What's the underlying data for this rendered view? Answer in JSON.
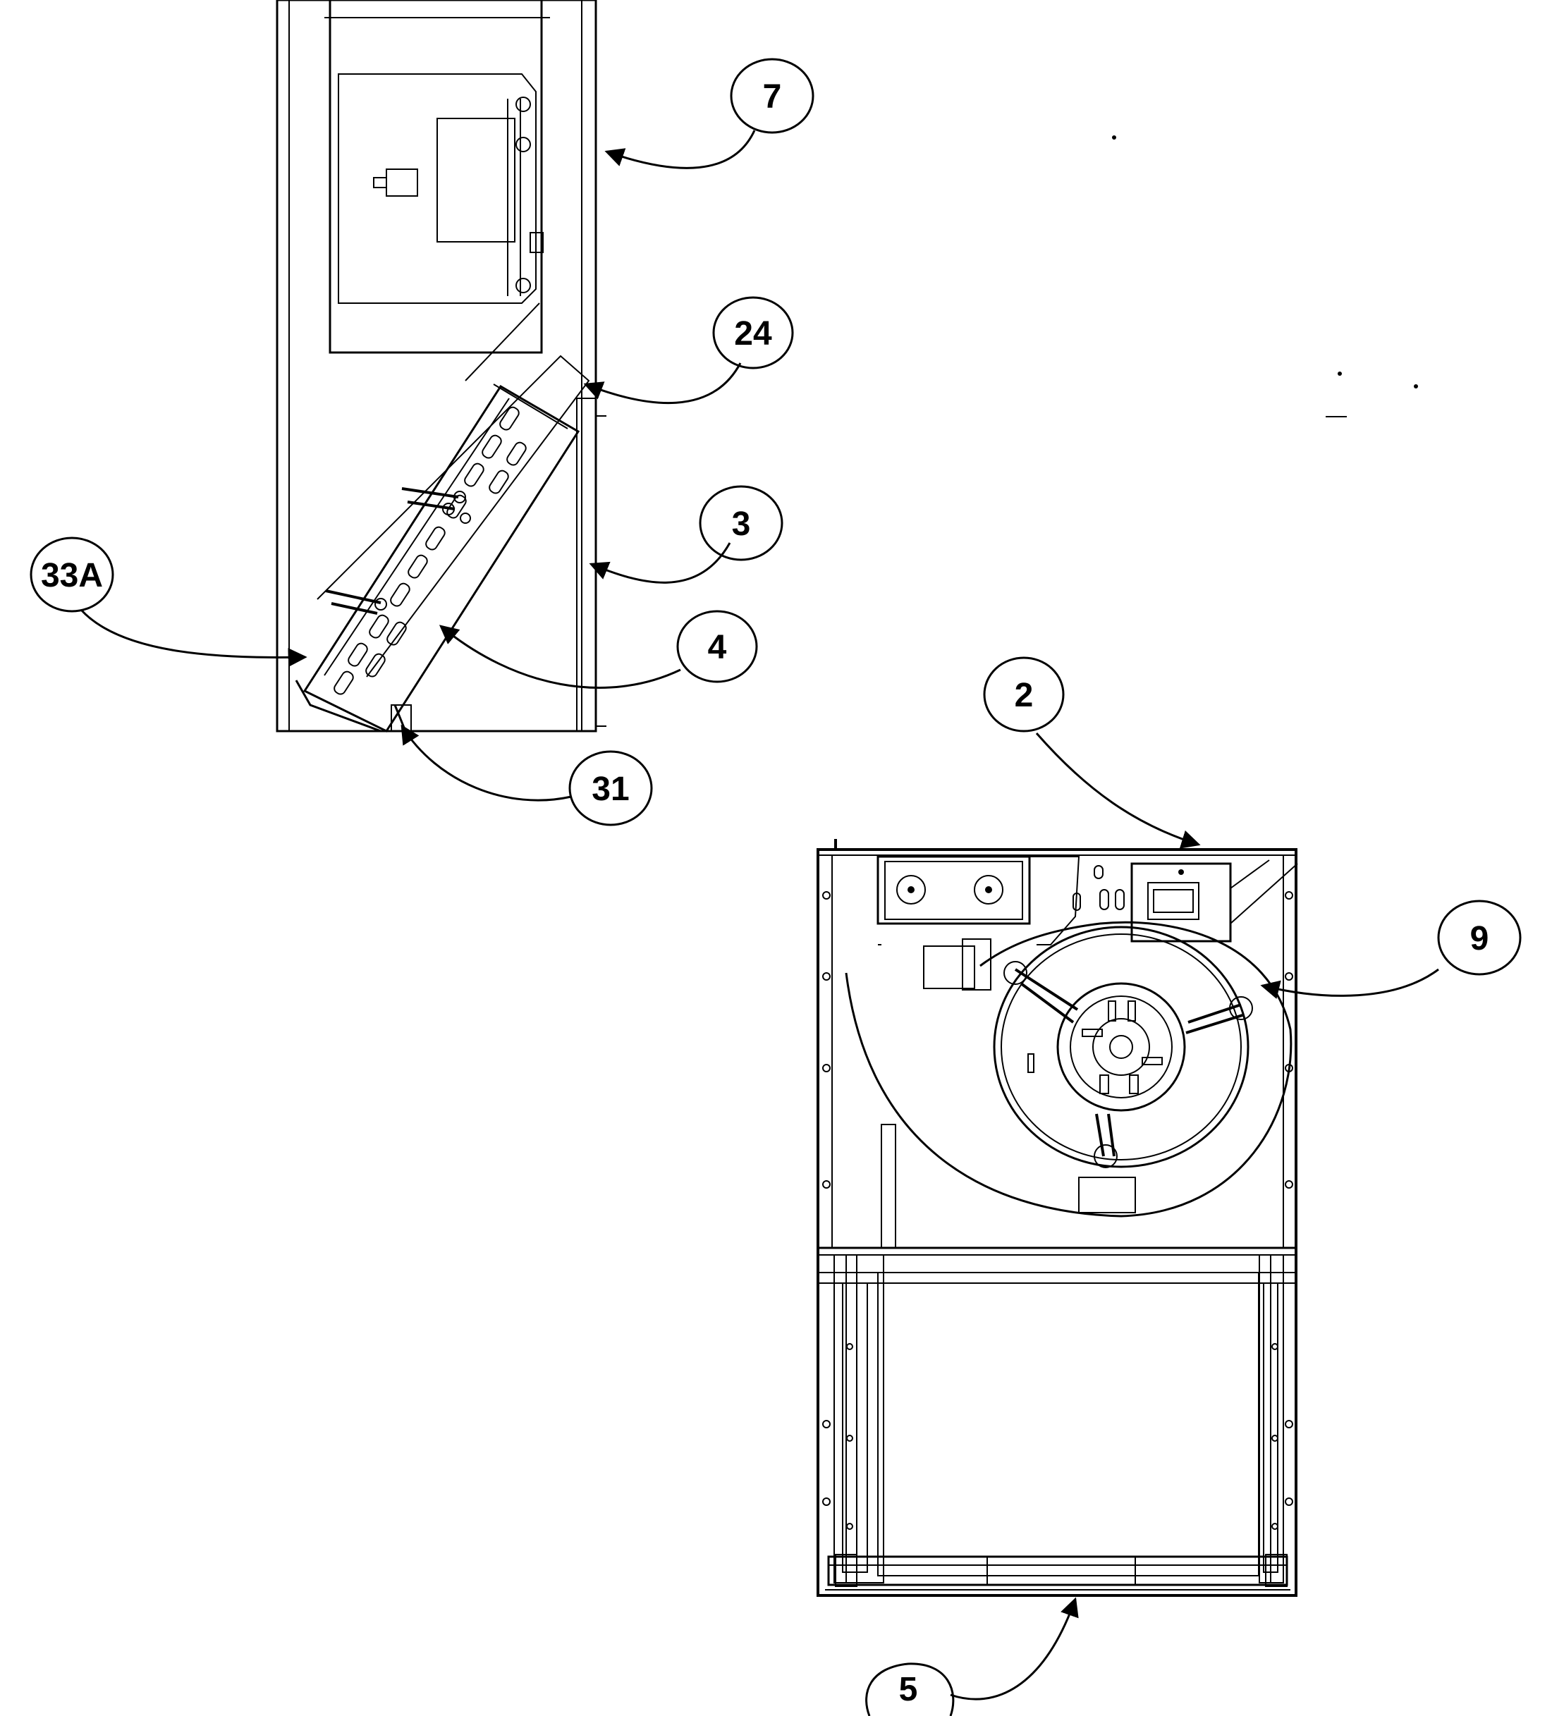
{
  "callouts": {
    "c7": "7",
    "c24": "24",
    "c3": "3",
    "c33a": "33A",
    "c4": "4",
    "c31": "31",
    "c2": "2",
    "c9": "9",
    "c5": "5"
  }
}
